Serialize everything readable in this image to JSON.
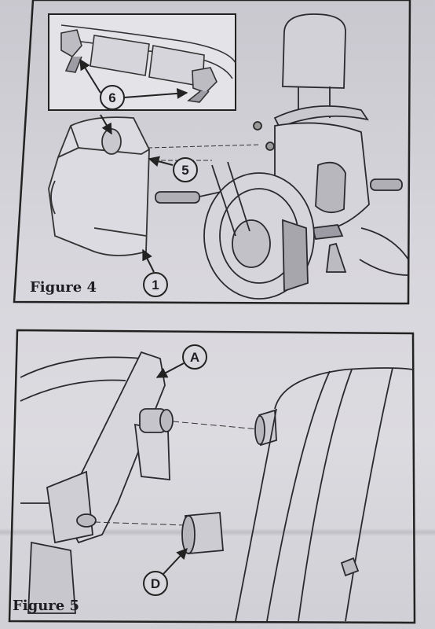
{
  "figure4": {
    "caption": "Figure 4",
    "callouts": {
      "c1": "1",
      "c5": "5",
      "c6": "6"
    }
  },
  "figure5": {
    "caption": "Figure 5",
    "callouts": {
      "cA": "A",
      "cD": "D"
    }
  }
}
